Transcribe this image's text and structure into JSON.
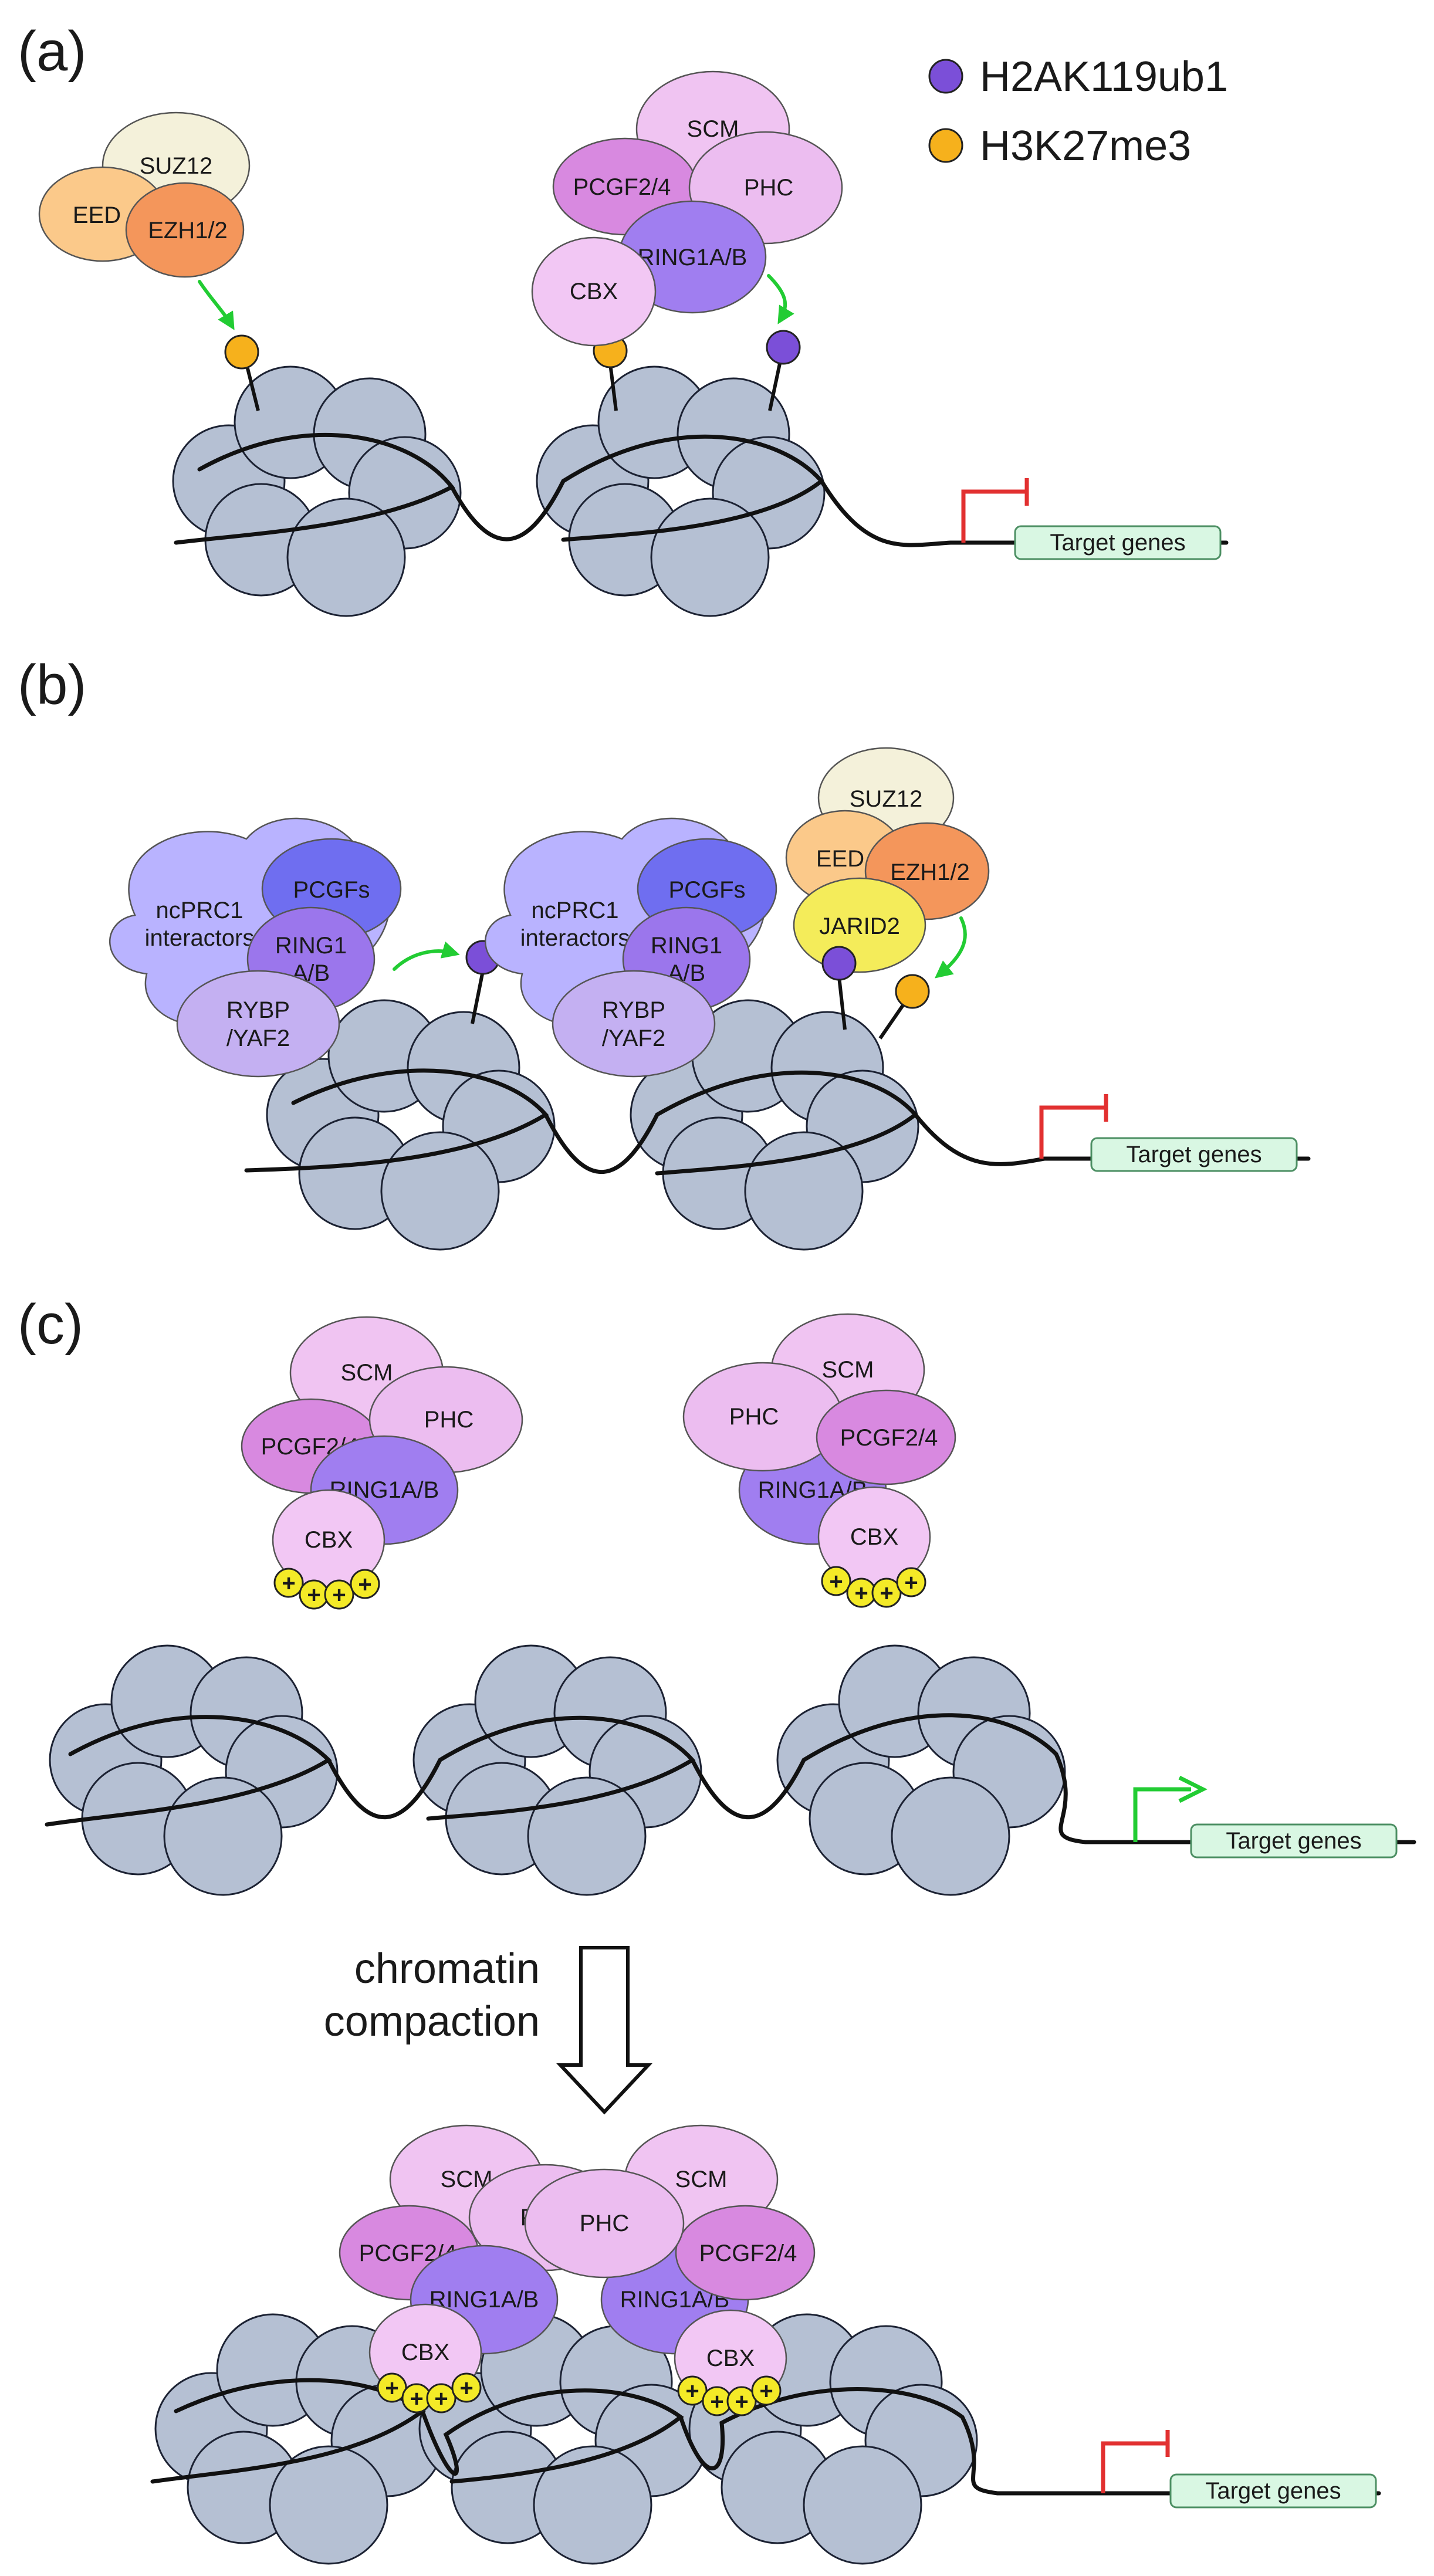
{
  "panels": {
    "a": {
      "label": "(a)"
    },
    "b": {
      "label": "(b)"
    },
    "c": {
      "label": "(c)"
    }
  },
  "legend": [
    {
      "label": "H2AK119ub1",
      "color": "#7b4fd8"
    },
    {
      "label": "H3K27me3",
      "color": "#f6b11c"
    }
  ],
  "proteins": {
    "suz12": "SUZ12",
    "eed": "EED",
    "ezh": "EZH1/2",
    "scm": "SCM",
    "pcgf24": "PCGF2/4",
    "phc": "PHC",
    "ring1ab": "RING1A/B",
    "cbx": "CBX",
    "ncprc1_line1": "ncPRC1",
    "ncprc1_line2": "interactors",
    "pcgfs": "PCGFs",
    "ring1_line1": "RING1",
    "ring1_line2": "A/B",
    "rybp_line1": "RYBP",
    "rybp_line2": "/YAF2",
    "jarid2": "JARID2",
    "phc_partial": "P"
  },
  "gene_label": "Target genes",
  "plus_sign": "+",
  "caption": {
    "line1": "chromatin",
    "line2": "compaction"
  },
  "colors": {
    "nucleosome": "#b5c0d3",
    "h2ak119ub1": "#7b4fd8",
    "h3k27me3": "#f6b11c",
    "suz12": "#f4f1da",
    "eed": "#fbc98a",
    "ezh": "#f4965b",
    "scm": "#f0c4f2",
    "pcgf": "#d889e0",
    "phc": "#ecbdf0",
    "ring1ab": "#a07ef0",
    "cbx": "#f2c7f4",
    "ncprc1": "#b9b3ff",
    "pcgfs": "#6f6ef0",
    "ring1": "#9b76ec",
    "rybp": "#c4b0f2",
    "jarid2": "#f4ec5a",
    "plus": "#f4ea27",
    "gene_box": "#d9f7e3",
    "repress_arrow": "#e23030",
    "activate_arrow": "#22cc33",
    "catalysis_arrow": "#22cc33"
  }
}
